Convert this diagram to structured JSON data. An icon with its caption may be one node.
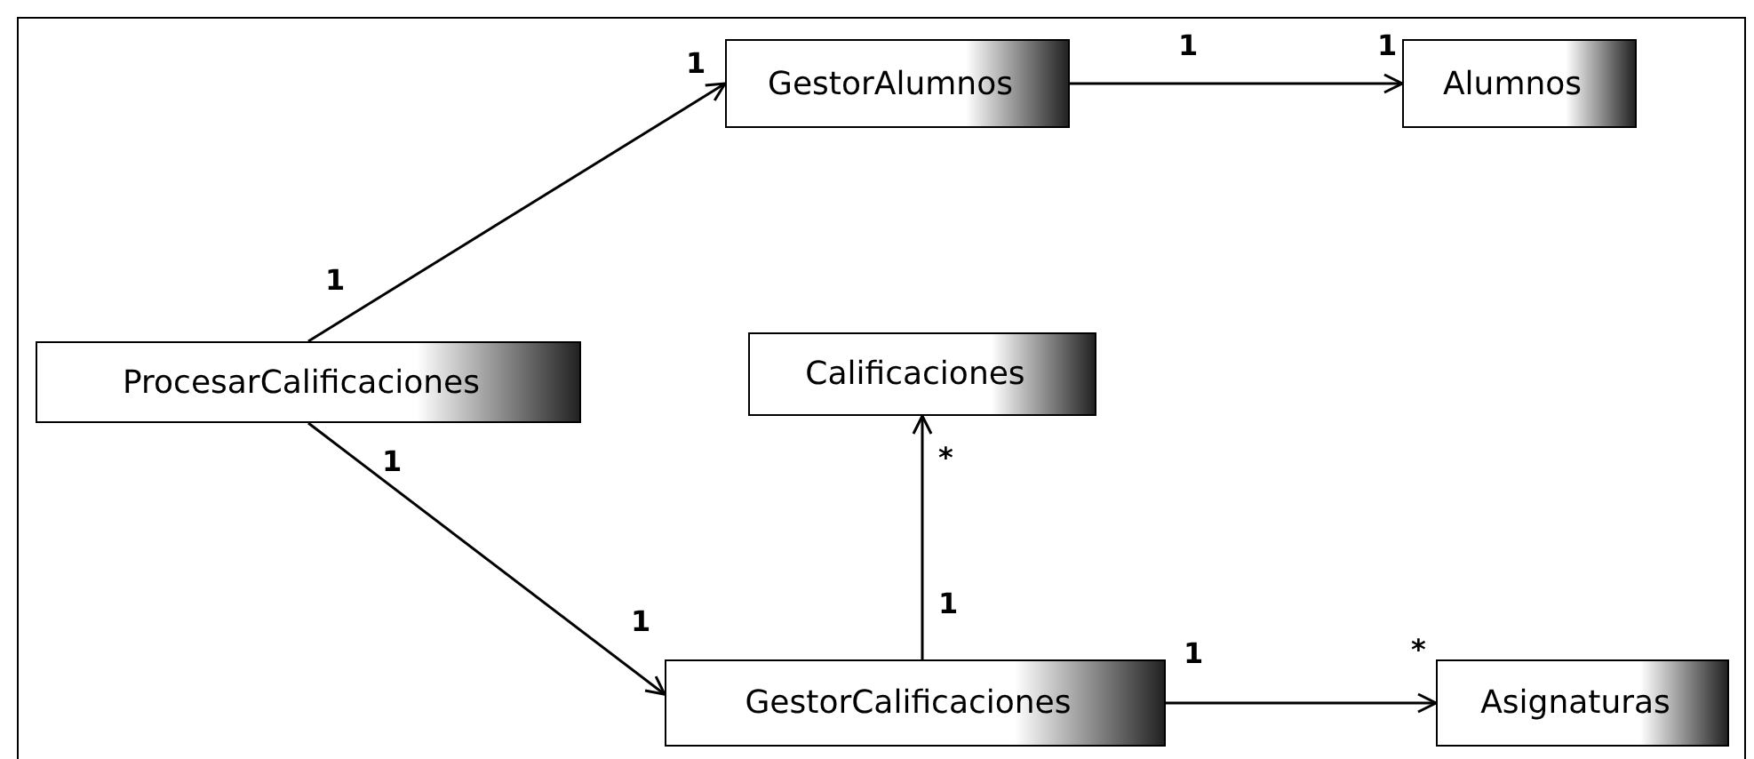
{
  "diagram": {
    "nodes": [
      {
        "text": [
          "ProcesarCalificaciones"
        ]
      },
      {
        "text": [
          "GestorAlumnos"
        ]
      },
      {
        "text": [
          "Alumnos"
        ]
      },
      {
        "text": [
          "Calificaciones"
        ]
      },
      {
        "text": [
          "GestorCalificaciones"
        ]
      },
      {
        "text": [
          "Asignaturas"
        ]
      }
    ],
    "edges": [
      {
        "from": 0,
        "to": 1,
        "arrow": "to"
      },
      {
        "from": 1,
        "to": 2,
        "arrow": "to"
      },
      {
        "from": 0,
        "to": 4,
        "arrow": "to"
      },
      {
        "from": 4,
        "to": 3,
        "arrow": "to"
      },
      {
        "from": 4,
        "to": 5,
        "arrow": "to"
      }
    ],
    "labels": [
      "1",
      "1",
      "1",
      "1",
      "1",
      "*",
      "1",
      "1",
      "1",
      "*"
    ]
  }
}
